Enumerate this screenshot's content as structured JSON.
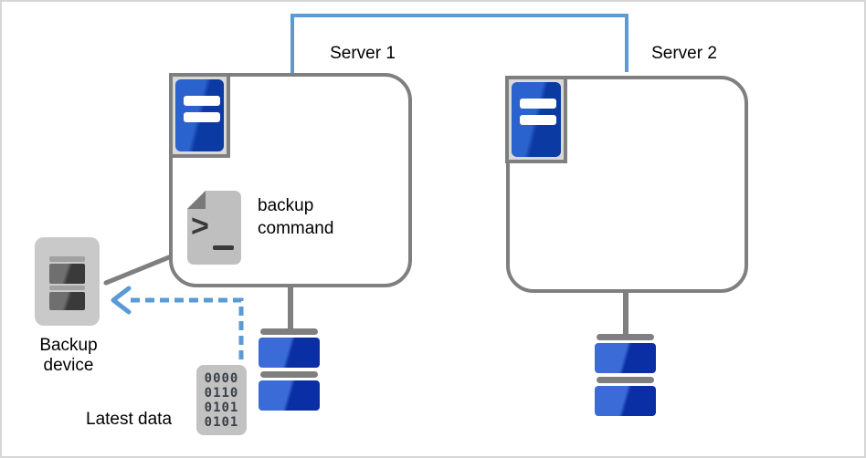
{
  "colors": {
    "canvas_border": "#D6D6D6",
    "text_black": "#000000",
    "accent_blue": "#5B9BD5",
    "line_gray": "#7F7F7F",
    "frame_bg": "#D9D9D9",
    "server_blue_light": "#2B63CE",
    "server_blue_dark": "#0B3AA2",
    "disk_blue_light": "#3A6BD6",
    "disk_blue_dark": "#0A2EA4",
    "device_bg": "#C9C9C9",
    "device_bar": "#A1A1A1",
    "device_slot_light": "#6F6F6F",
    "device_slot_dark": "#3A3A3A",
    "doc_bg": "#BFBFBF",
    "doc_fold": "#7A7A7A",
    "glyph_dark": "#3A3A3A",
    "binary_bg": "#C2C2C2",
    "binary_text": "#3A3F48"
  },
  "diagram": {
    "server1": {
      "label": "Server 1"
    },
    "server2": {
      "label": "Server 2"
    },
    "backup_command": {
      "line1": "backup",
      "line2": "command",
      "prompt_glyph": ">"
    },
    "backup_device": {
      "line1": "Backup",
      "line2": "device"
    },
    "latest_data": {
      "label": "Latest data",
      "binary_rows": [
        "0000",
        "0110",
        "0101",
        "0101"
      ]
    }
  }
}
